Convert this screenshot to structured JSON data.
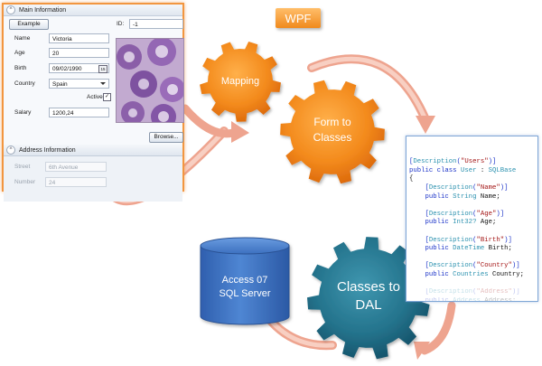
{
  "wpf_label": "WPF",
  "form": {
    "main_group_title": "Main Information",
    "example_button": "Example",
    "id_label": "ID:",
    "id_value": "-1",
    "fields": {
      "name": {
        "label": "Name",
        "value": "Victoria"
      },
      "age": {
        "label": "Age",
        "value": "20"
      },
      "birth": {
        "label": "Birth",
        "value": "09/02/1990",
        "calendar_text": "15"
      },
      "country": {
        "label": "Country",
        "value": "Spain"
      },
      "active": {
        "label": "Active",
        "checked": true,
        "mark": "✓"
      },
      "salary": {
        "label": "Salary",
        "value": "1200,24"
      }
    },
    "browse_button": "Browse...",
    "address_group_title": "Address Information",
    "street": {
      "label": "Street",
      "value": "6th Avenue"
    },
    "number": {
      "label": "Number",
      "value": "24"
    }
  },
  "gears": {
    "mapping": "Mapping",
    "form_to_classes": [
      "Form to",
      "Classes"
    ],
    "classes_to_dal": [
      "Classes to",
      "DAL"
    ]
  },
  "database": [
    "Access 07",
    "SQL Server"
  ],
  "code_lines": [
    [
      [
        "kw",
        "["
      ],
      [
        "tp",
        "Description"
      ],
      [
        "kw",
        "("
      ],
      [
        "st",
        "\"Users\""
      ],
      [
        "kw",
        ")]"
      ]
    ],
    [
      [
        "kw",
        "public class "
      ],
      [
        "tp",
        "User"
      ],
      [
        "tx",
        " : "
      ],
      [
        "tp",
        "SQLBase"
      ]
    ],
    [
      [
        "tx",
        "{"
      ]
    ],
    [
      [
        "tx",
        "    "
      ],
      [
        "kw",
        "["
      ],
      [
        "tp",
        "Description"
      ],
      [
        "kw",
        "("
      ],
      [
        "st",
        "\"Name\""
      ],
      [
        "kw",
        ")]"
      ]
    ],
    [
      [
        "tx",
        "    "
      ],
      [
        "kw",
        "public "
      ],
      [
        "tp",
        "String"
      ],
      [
        "tx",
        " Name;"
      ]
    ],
    [
      [
        "tx",
        ""
      ]
    ],
    [
      [
        "tx",
        "    "
      ],
      [
        "kw",
        "["
      ],
      [
        "tp",
        "Description"
      ],
      [
        "kw",
        "("
      ],
      [
        "st",
        "\"Age\""
      ],
      [
        "kw",
        ")]"
      ]
    ],
    [
      [
        "tx",
        "    "
      ],
      [
        "kw",
        "public "
      ],
      [
        "tp",
        "Int32?"
      ],
      [
        "tx",
        " Age;"
      ]
    ],
    [
      [
        "tx",
        ""
      ]
    ],
    [
      [
        "tx",
        "    "
      ],
      [
        "kw",
        "["
      ],
      [
        "tp",
        "Description"
      ],
      [
        "kw",
        "("
      ],
      [
        "st",
        "\"Birth\""
      ],
      [
        "kw",
        ")]"
      ]
    ],
    [
      [
        "tx",
        "    "
      ],
      [
        "kw",
        "public "
      ],
      [
        "tp",
        "DateTime"
      ],
      [
        "tx",
        " Birth;"
      ]
    ],
    [
      [
        "tx",
        ""
      ]
    ],
    [
      [
        "tx",
        "    "
      ],
      [
        "kw",
        "["
      ],
      [
        "tp",
        "Description"
      ],
      [
        "kw",
        "("
      ],
      [
        "st",
        "\"Country\""
      ],
      [
        "kw",
        ")]"
      ]
    ],
    [
      [
        "tx",
        "    "
      ],
      [
        "kw",
        "public "
      ],
      [
        "tp",
        "Countries"
      ],
      [
        "tx",
        " Country;"
      ]
    ],
    [
      [
        "tx",
        ""
      ]
    ],
    [
      [
        "tx",
        "    "
      ],
      [
        "kw",
        "["
      ],
      [
        "tp",
        "Description"
      ],
      [
        "kw",
        "("
      ],
      [
        "st",
        "\"Address\""
      ],
      [
        "kw",
        ")]"
      ]
    ],
    [
      [
        "tx",
        "    "
      ],
      [
        "kw",
        "public "
      ],
      [
        "tp",
        "Address"
      ],
      [
        "tx",
        " Address;"
      ]
    ]
  ],
  "colors": {
    "orange_gear": "#f07c12",
    "teal_gear": "#1f6f88",
    "database_blue": "#3a6fbf",
    "form_border": "#f29640",
    "arrow_pink": "#f2b3a0"
  }
}
